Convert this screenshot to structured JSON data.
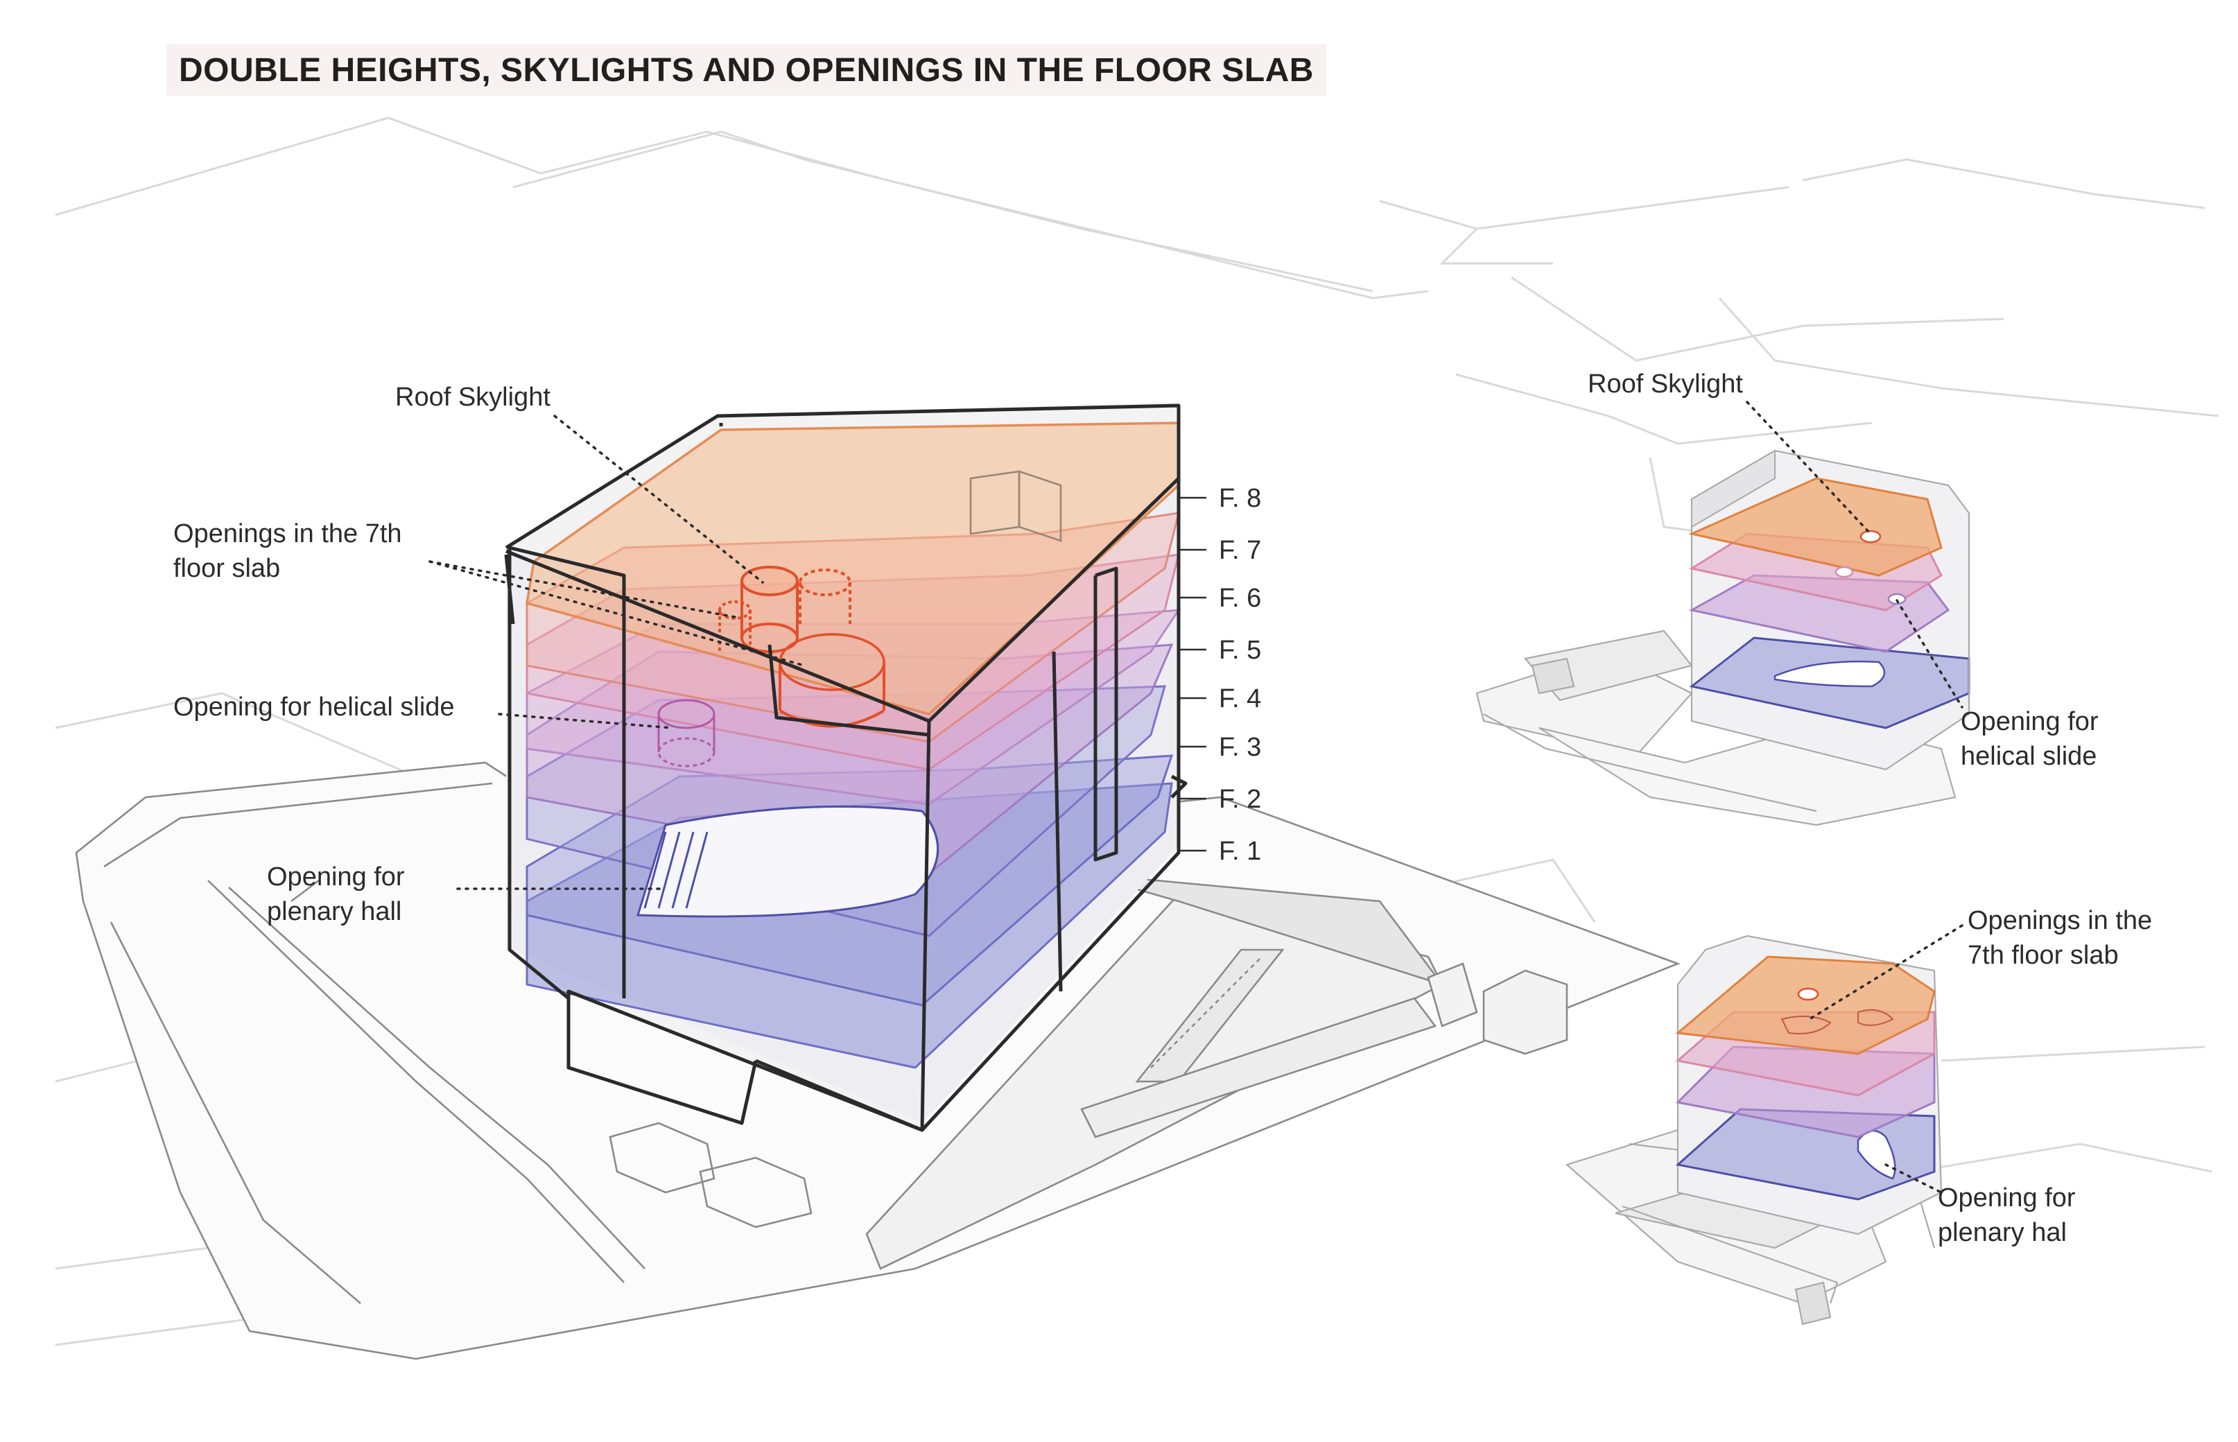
{
  "title": "DOUBLE HEIGHTS, SKYLIGHTS AND OPENINGS IN THE FLOOR SLAB",
  "main": {
    "labels": {
      "roof_skylight": "Roof Skylight",
      "openings_7th": [
        "Openings in the 7th",
        "floor slab"
      ],
      "helical": "Opening for helical slide",
      "plenary": [
        "Opening for",
        "plenary hall"
      ]
    },
    "floors": [
      "F. 8",
      "F. 7",
      "F. 6",
      "F. 5",
      "F. 4",
      "F. 3",
      "F. 2",
      "F. 1"
    ]
  },
  "inset_top": {
    "roof_skylight": "Roof Skylight",
    "helical": [
      "Opening for",
      "helical slide"
    ]
  },
  "inset_bottom": {
    "openings_7th": [
      "Openings in the",
      "7th floor slab"
    ],
    "plenary": [
      "Opening for",
      "plenary hal"
    ]
  },
  "colors": {
    "orange": "#f0a872",
    "pink": "#e4a8c8",
    "purple": "#c9a2d8",
    "blue": "#8e91d6",
    "red": "#e0502a",
    "line": "#c8c8c8"
  }
}
